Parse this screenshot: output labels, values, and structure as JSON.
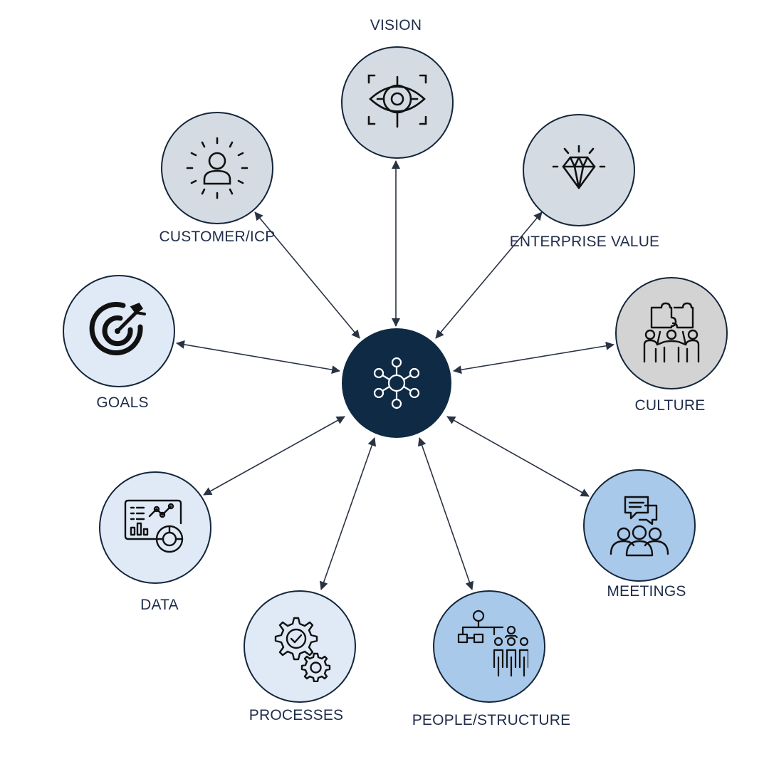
{
  "colors": {
    "hub": "#0f2a44",
    "outline": "#14263b",
    "arrow": "#2a3344",
    "label": "#1f2d4a",
    "gray_fill": "#d5dbe3",
    "light_gray_fill": "#d3d3d3",
    "light_blue_fill": "#dfeaf6",
    "blue_fill": "#a9c9ea"
  },
  "hub": {
    "icon": "network-hub-icon"
  },
  "nodes": [
    {
      "id": "vision",
      "label": "VISION",
      "icon": "eye-target-icon",
      "fill": "gray_fill"
    },
    {
      "id": "enterprise-value",
      "label": "ENTERPRISE VALUE",
      "icon": "diamond-icon",
      "fill": "gray_fill"
    },
    {
      "id": "culture",
      "label": "CULTURE",
      "icon": "team-puzzle-icon",
      "fill": "light_gray_fill"
    },
    {
      "id": "meetings",
      "label": "MEETINGS",
      "icon": "meeting-chat-icon",
      "fill": "blue_fill"
    },
    {
      "id": "people-structure",
      "label": "PEOPLE/STRUCTURE",
      "icon": "org-chart-people-icon",
      "fill": "blue_fill"
    },
    {
      "id": "processes",
      "label": "PROCESSES",
      "icon": "gears-check-icon",
      "fill": "light_blue_fill"
    },
    {
      "id": "data",
      "label": "DATA",
      "icon": "dashboard-chart-icon",
      "fill": "light_blue_fill"
    },
    {
      "id": "goals",
      "label": "GOALS",
      "icon": "target-arrow-icon",
      "fill": "light_blue_fill"
    },
    {
      "id": "customer-icp",
      "label": "CUSTOMER/ICP",
      "icon": "customer-person-icon",
      "fill": "gray_fill"
    }
  ]
}
